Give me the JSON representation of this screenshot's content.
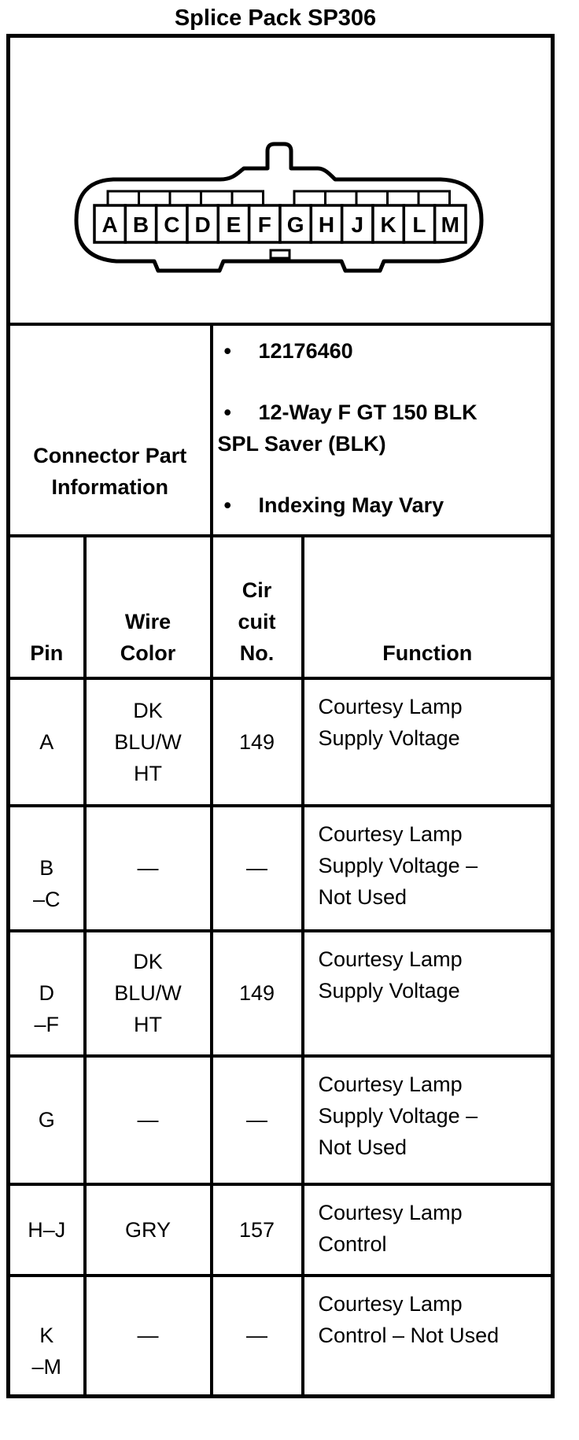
{
  "title": "Splice Pack SP306",
  "colors": {
    "ink": "#000000",
    "paper": "#ffffff"
  },
  "connector": {
    "description": "12-way splice pack connector face view",
    "pins": [
      "A",
      "B",
      "C",
      "D",
      "E",
      "F",
      "G",
      "H",
      "J",
      "K",
      "L",
      "M"
    ]
  },
  "part_info": {
    "label": "Connector Part\nInformation",
    "bullets": [
      "12176460",
      "12-Way F GT 150 BLK\nSPL Saver (BLK)",
      "Indexing May Vary"
    ]
  },
  "pin_table": {
    "headers": {
      "pin": "Pin",
      "wire_color": "Wire\nColor",
      "circuit_no": "Cir\ncuit\nNo.",
      "function": "Function"
    },
    "rows": [
      {
        "pin": "A",
        "wire_color": "DK\nBLU/W\nHT",
        "circuit_no": "149",
        "function": "Courtesy Lamp\nSupply Voltage"
      },
      {
        "pin": "B\n–C",
        "wire_color": "—",
        "circuit_no": "—",
        "function": "Courtesy Lamp\nSupply Voltage –\nNot Used"
      },
      {
        "pin": "D\n–F",
        "wire_color": "DK\nBLU/W\nHT",
        "circuit_no": "149",
        "function": "Courtesy Lamp\nSupply Voltage"
      },
      {
        "pin": "G",
        "wire_color": "—",
        "circuit_no": "—",
        "function": "Courtesy Lamp\nSupply Voltage –\nNot Used"
      },
      {
        "pin": "H–J",
        "wire_color": "GRY",
        "circuit_no": "157",
        "function": "Courtesy Lamp\nControl"
      },
      {
        "pin": "K\n–M",
        "wire_color": "—",
        "circuit_no": "—",
        "function": "Courtesy Lamp\nControl – Not Used"
      }
    ]
  }
}
